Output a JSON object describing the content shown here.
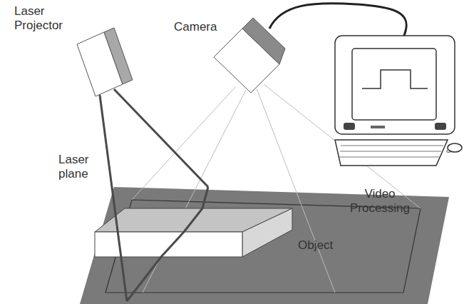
{
  "diagram": {
    "labels": [
      "Laser Projector",
      "Camera",
      "Laser plane",
      "Video Processing",
      "Object"
    ]
  }
}
